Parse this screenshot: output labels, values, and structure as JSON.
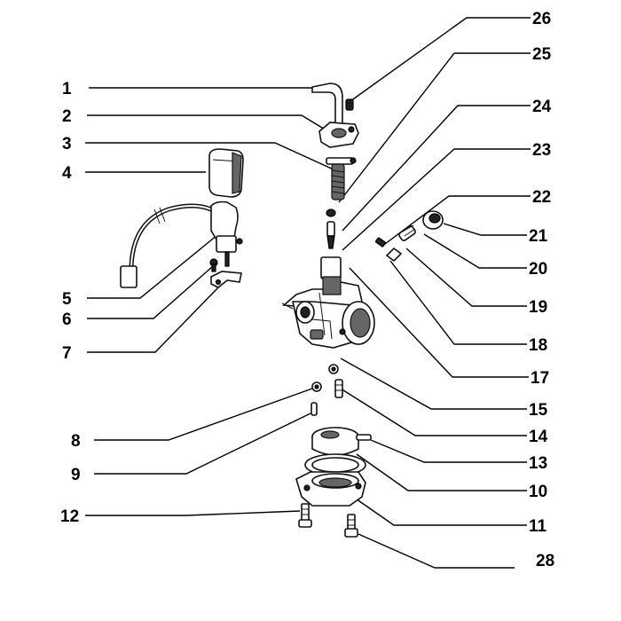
{
  "labels": {
    "l1": "1",
    "l2": "2",
    "l3": "3",
    "l4": "4",
    "l5": "5",
    "l6": "6",
    "l7": "7",
    "l8": "8",
    "l9": "9",
    "l10": "10",
    "l11": "11",
    "l12": "12",
    "l13": "13",
    "l14": "14",
    "l15": "15",
    "l17": "17",
    "l18": "18",
    "l19": "19",
    "l20": "20",
    "l21": "21",
    "l22": "22",
    "l23": "23",
    "l24": "24",
    "l25": "25",
    "l26": "26",
    "l28": "28"
  }
}
